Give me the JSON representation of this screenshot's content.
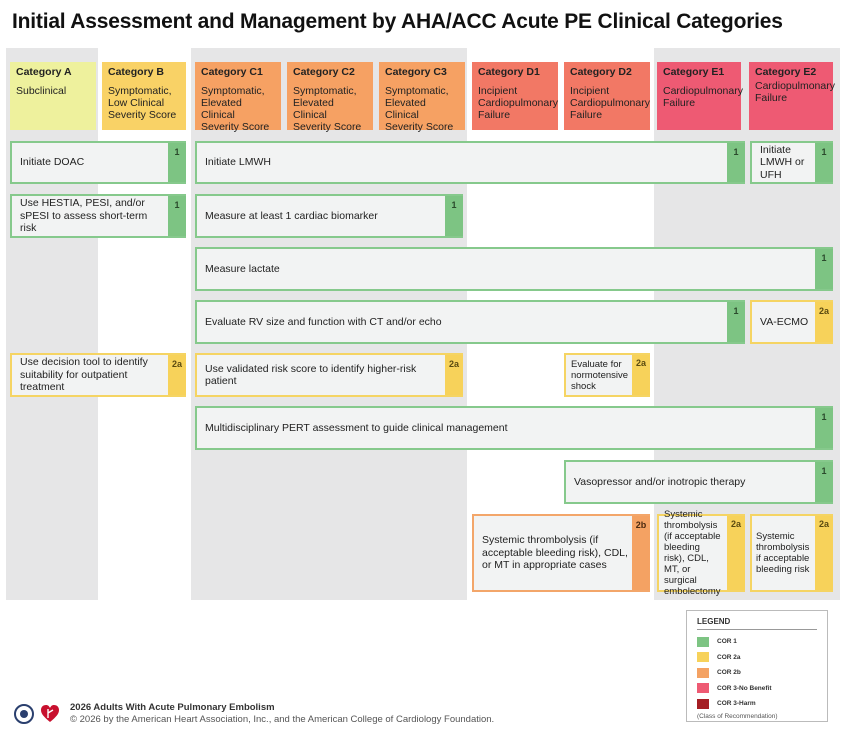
{
  "title": "Initial Assessment and Management by AHA/ACC Acute PE Clinical Categories",
  "categories": [
    {
      "name": "Category A",
      "desc": "Subclinical",
      "color": "#eef19d"
    },
    {
      "name": "Category B",
      "desc": "Symptomatic, Low Clinical Severity Score",
      "color": "#f9d266"
    },
    {
      "name": "Category C1",
      "desc": "Symptomatic, Elevated Clinical Severity Score",
      "color": "#f6a163"
    },
    {
      "name": "Category C2",
      "desc": "Symptomatic, Elevated Clinical Severity Score",
      "color": "#f6a163"
    },
    {
      "name": "Category C3",
      "desc": "Symptomatic, Elevated Clinical Severity Score",
      "color": "#f6a163"
    },
    {
      "name": "Category D1",
      "desc": "Incipient Cardiopulmonary Failure",
      "color": "#f27865"
    },
    {
      "name": "Category D2",
      "desc": "Incipient Cardiopulmonary Failure",
      "color": "#f27865"
    },
    {
      "name": "Category E1",
      "desc": "Cardiopulmonary Failure",
      "color": "#ee5a73"
    },
    {
      "name": "Category E2",
      "desc": "Cardiopulmonary Failure",
      "color": "#ee5a73"
    }
  ],
  "recommendations": [
    {
      "text": "Initiate DOAC",
      "cor": "1"
    },
    {
      "text": "Initiate LMWH",
      "cor": "1"
    },
    {
      "text": "Initiate LMWH or UFH",
      "cor": "1"
    },
    {
      "text": "Use HESTIA, PESI, and/or sPESI to assess short-term risk",
      "cor": "1"
    },
    {
      "text": "Measure at least 1 cardiac biomarker",
      "cor": "1"
    },
    {
      "text": "Measure lactate",
      "cor": "1"
    },
    {
      "text": "Evaluate RV size and function with CT and/or echo",
      "cor": "1"
    },
    {
      "text": "VA-ECMO",
      "cor": "2a"
    },
    {
      "text": "Use decision tool to identify suitability for outpatient treatment",
      "cor": "2a"
    },
    {
      "text": "Use validated risk score to identify higher-risk patient",
      "cor": "2a"
    },
    {
      "text": "Evaluate for normotensive shock",
      "cor": "2a"
    },
    {
      "text": "Multidisciplinary PERT assessment to guide clinical management",
      "cor": "1"
    },
    {
      "text": "Vasopressor and/or inotropic therapy",
      "cor": "1"
    },
    {
      "text": "Systemic thrombolysis (if acceptable bleeding risk), CDL, or MT in appropriate cases",
      "cor": "2b"
    },
    {
      "text": "Systemic thrombolysis (if acceptable bleeding risk), CDL, MT, or surgical embolectomy",
      "cor": "2a"
    },
    {
      "text": "Systemic thrombolysis if acceptable bleeding risk",
      "cor": "2a"
    }
  ],
  "legend": {
    "title": "LEGEND",
    "items": [
      {
        "label": "COR 1",
        "color": "#7dc483"
      },
      {
        "label": "COR 2a",
        "color": "#f7d25a"
      },
      {
        "label": "COR 2b",
        "color": "#f4a263"
      },
      {
        "label": "COR 3-No Benefit",
        "color": "#ee5a73"
      },
      {
        "label": "COR 3-Harm",
        "color": "#a51e24"
      }
    ],
    "note": "(Class of Recommendation)"
  },
  "footer": {
    "line1": "2026 Adults With Acute Pulmonary Embolism",
    "line2": "© 2026 by the American Heart Association, Inc., and the American College of Cardiology Foundation."
  }
}
